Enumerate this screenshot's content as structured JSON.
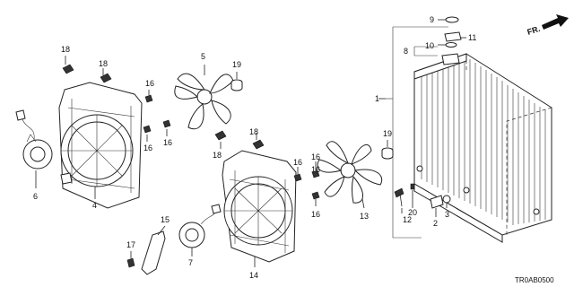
{
  "diagram": {
    "direction_label": "FR.",
    "code": "TR0AB0500",
    "callouts": {
      "c1": "1",
      "c2": "2",
      "c3": "3",
      "c4": "4",
      "c5": "5",
      "c6": "6",
      "c7": "7",
      "c8": "8",
      "c9": "9",
      "c10": "10",
      "c11": "11",
      "c12": "12",
      "c13": "13",
      "c14": "14",
      "c15": "15",
      "c16a": "16",
      "c16b": "16",
      "c16c": "16",
      "c16d": "16",
      "c16e": "16",
      "c16f": "16",
      "c16g": "16",
      "c17": "17",
      "c18a": "18",
      "c18b": "18",
      "c18c": "18",
      "c18d": "18",
      "c19a": "19",
      "c19b": "19",
      "c20": "20"
    }
  }
}
